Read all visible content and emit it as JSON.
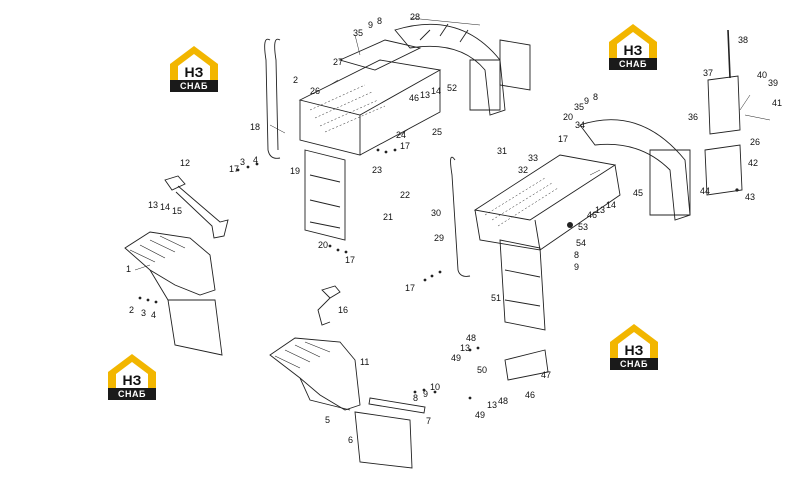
{
  "logo": {
    "mark": "НЗ",
    "sub": "СНАБ",
    "accent": "#F2B600"
  },
  "labels": [
    "1",
    "2",
    "3",
    "4",
    "5",
    "6",
    "7",
    "8",
    "9",
    "10",
    "11",
    "12",
    "13",
    "14",
    "15",
    "16",
    "17",
    "18",
    "19",
    "20",
    "21",
    "22",
    "23",
    "24",
    "25",
    "26",
    "27",
    "28",
    "29",
    "30",
    "31",
    "32",
    "33",
    "34",
    "35",
    "36",
    "37",
    "38",
    "39",
    "40",
    "41",
    "42",
    "43",
    "44",
    "45",
    "46",
    "47",
    "48",
    "49",
    "50",
    "51",
    "52",
    "53",
    "54"
  ]
}
